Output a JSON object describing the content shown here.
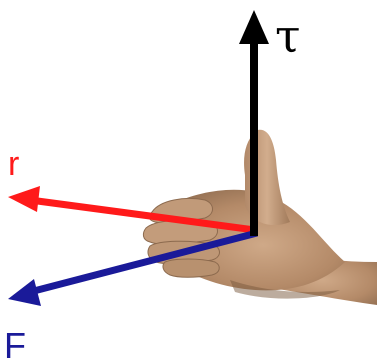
{
  "diagram": {
    "vectors": {
      "torque": {
        "label": "τ",
        "color": "#000000"
      },
      "radius": {
        "label": "r",
        "color": "#ff1a1a"
      },
      "force": {
        "label": "F",
        "color": "#1a1a99"
      }
    },
    "hand": {
      "icon": "right-hand-thumb-up-icon",
      "skin_color": "#c9a27e",
      "shadow_color": "#7a5a3e"
    }
  }
}
